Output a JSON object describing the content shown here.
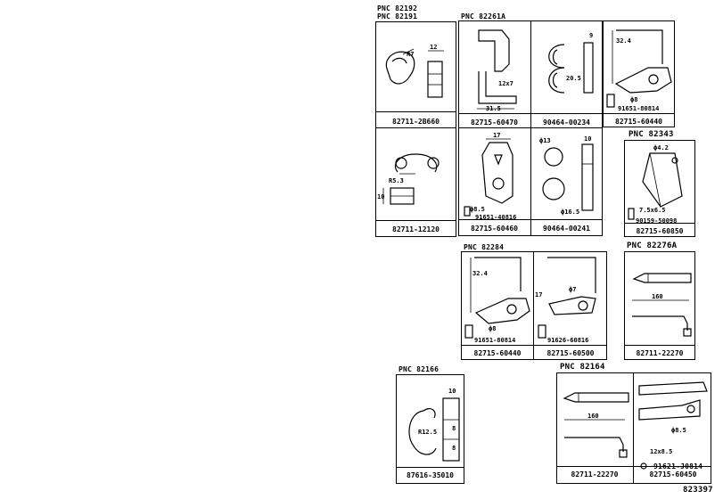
{
  "groups": {
    "g1": {
      "pnc": [
        "PNC 82192",
        "PNC 82191"
      ],
      "parts": [
        "82711-2B660",
        "82711-12120"
      ],
      "dims": [
        "R7",
        "12",
        "R5.3",
        "10"
      ]
    },
    "g2": {
      "pnc": "PNC 82261A",
      "parts": [
        "82715-60470",
        "90464-00234",
        "82715-60440",
        "82715-60460",
        "90464-00241"
      ],
      "dims": [
        "12x7",
        "31.5",
        "9",
        "20.5",
        "32.4",
        "ϕ8",
        "17",
        "ϕ8.5",
        "ϕ13",
        "ϕ16.5",
        "10"
      ],
      "bolts": [
        "91651-80814",
        "91651-40816"
      ]
    },
    "g3": {
      "pnc": "PNC 82343",
      "parts": [
        "82715-60850"
      ],
      "dims": [
        "ϕ4.2",
        "7.5x6.5"
      ],
      "bolts": [
        "90159-50098"
      ]
    },
    "g4": {
      "pnc": "PNC 82284",
      "parts": [
        "82715-60440",
        "82715-60500"
      ],
      "dims": [
        "32.4",
        "ϕ8",
        "17",
        "ϕ7"
      ],
      "bolts": [
        "91651-80814",
        "91626-60816"
      ]
    },
    "g5": {
      "pnc": "PNC 82276A",
      "parts": [
        "82711-22270"
      ],
      "dims": [
        "160"
      ]
    },
    "g6": {
      "pnc": "PNC 82166",
      "parts": [
        "87616-35010"
      ],
      "dims": [
        "10",
        "R12.5",
        "8",
        "8"
      ]
    },
    "g7": {
      "pnc": "PNC 82164",
      "parts": [
        "82711-22270",
        "82715-60450"
      ],
      "dims": [
        "160",
        "ϕ8.5",
        "12x8.5"
      ],
      "bolts": [
        "91621-J0814"
      ]
    }
  },
  "figure_id": "823397"
}
